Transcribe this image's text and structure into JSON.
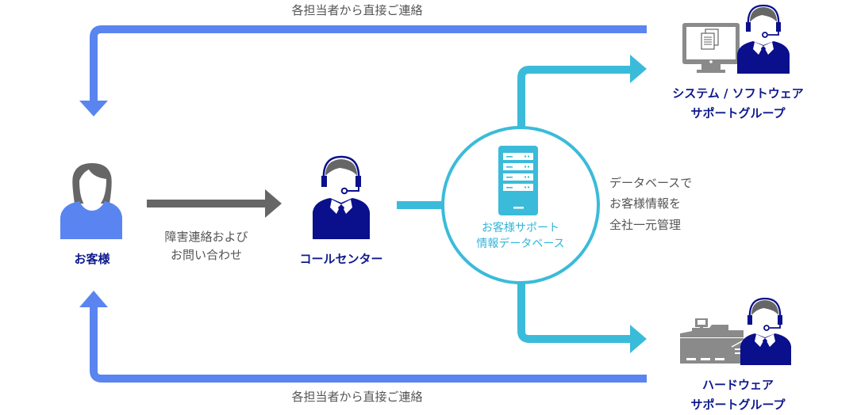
{
  "colors": {
    "contact_arrow": "#5a85f0",
    "db_arrow": "#3bbbda",
    "inquiry_arrow": "#666666",
    "navy": "#0a0f8c",
    "hair": "#666666",
    "customer_shirt": "#5a85f0",
    "device_gray": "#8a8a8a",
    "label_gray": "#555555",
    "label_navy": "#0f1a8c",
    "label_cyan": "#35b5d8"
  },
  "labels": {
    "top_contact": "各担当者から直接ご連絡",
    "bottom_contact": "各担当者から直接ご連絡",
    "customer": "お客様",
    "inquiry": [
      "障害連絡および",
      "お問い合わせ"
    ],
    "call_center": "コールセンター",
    "database": [
      "お客様サポート",
      "情報データベース"
    ],
    "db_note": [
      "データベースで",
      "お客様情報を",
      "全社一元管理"
    ],
    "software_group": [
      "システム / ソフトウェア",
      "サポートグループ"
    ],
    "hardware_group": [
      "ハードウェア",
      "サポートグループ"
    ]
  },
  "icons": {
    "customer": "customer-person-icon",
    "call_center": "operator-headset-icon",
    "database": "server-icon",
    "software_group": "monitor-documents-operator-icon",
    "hardware_group": "printer-machine-operator-icon"
  }
}
